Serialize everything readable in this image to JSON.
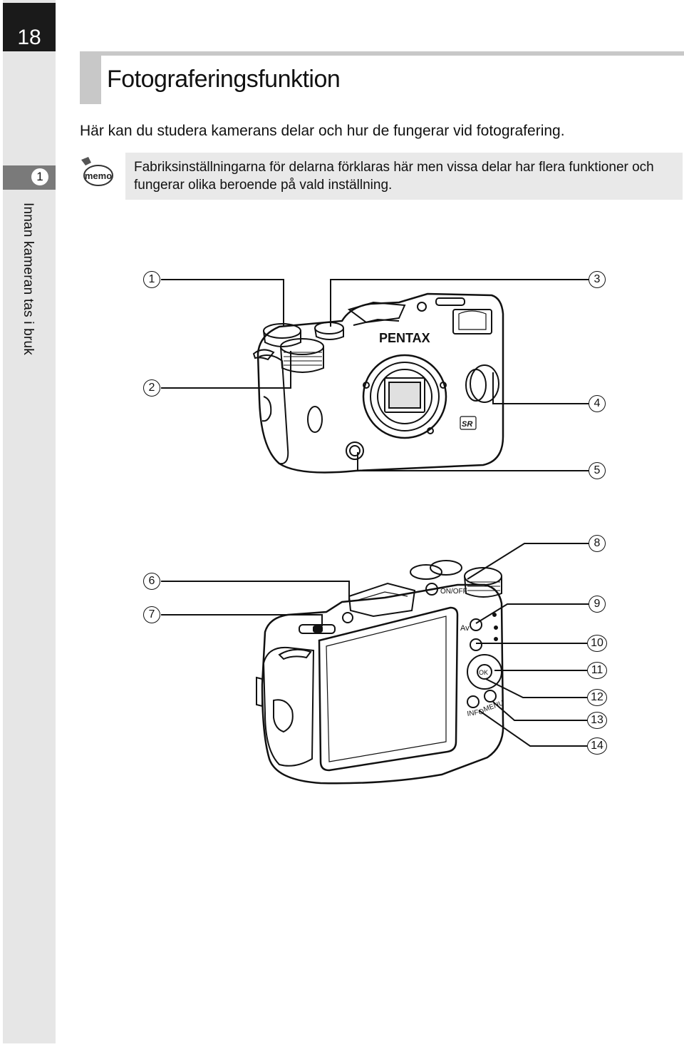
{
  "page": {
    "number": "18",
    "chapter_number": "1",
    "chapter_title": "Innan kameran tas i bruk"
  },
  "section": {
    "title": "Fotograferingsfunktion",
    "intro": "Här kan du studera kamerans delar och hur de fungerar vid fotografering."
  },
  "memo": {
    "icon": "memo-icon",
    "label": "memo",
    "text": "Fabriksinställningarna för delarna förklaras här men vissa delar har flera funktioner och fungerar olika beroende på vald inställning."
  },
  "front_view": {
    "brand": "PENTAX",
    "badge": "SR",
    "callouts": [
      "1",
      "2",
      "3",
      "4",
      "5"
    ]
  },
  "back_view": {
    "button_labels": [
      "INFO",
      "MENU",
      "Av",
      "OK",
      "ON/OFF"
    ],
    "callouts": [
      "6",
      "7",
      "8",
      "9",
      "10",
      "11",
      "12",
      "13",
      "14"
    ]
  }
}
